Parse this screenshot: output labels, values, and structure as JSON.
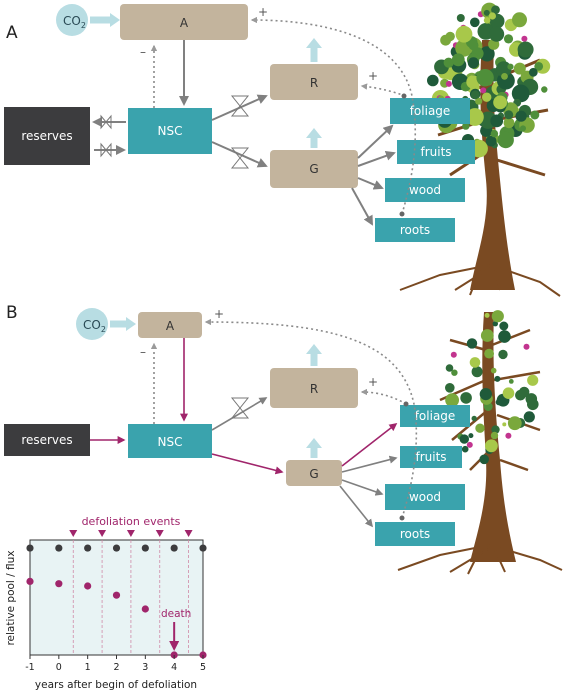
{
  "panel_a": {
    "label": "A",
    "co2": "CO",
    "co2_sub": "2",
    "assimilation": "A",
    "respiration": "R",
    "growth": "G",
    "nsc": "NSC",
    "reserves": "reserves",
    "foliage": "foliage",
    "fruits": "fruits",
    "wood": "wood",
    "roots": "roots",
    "plus_top": "+",
    "plus_r": "+",
    "minus": "–"
  },
  "panel_b": {
    "label": "B",
    "co2": "CO",
    "co2_sub": "2",
    "assimilation": "A",
    "respiration": "R",
    "growth": "G",
    "nsc": "NSC",
    "reserves": "reserves",
    "foliage": "foliage",
    "fruits": "fruits",
    "wood": "wood",
    "roots": "roots",
    "plus_top": "+",
    "plus_r": "+",
    "minus": "–"
  },
  "colors": {
    "box_tan": "#c3b49d",
    "box_teal": "#3aa3ad",
    "box_dark": "#3c3c3e",
    "arrow_gray": "#8a8a8a",
    "arrow_magenta": "#a0256b",
    "co2_fill": "#b8dde3",
    "trunk": "#7a4a22"
  },
  "chart_data": {
    "type": "scatter",
    "title": "defoliation events",
    "xlabel": "years after begin of defoliation",
    "ylabel": "relative pool / flux",
    "annotation": "death",
    "x_ticks": [
      "-1",
      "0",
      "1",
      "2",
      "3",
      "4",
      "5"
    ],
    "xlim": [
      -1,
      5
    ],
    "ylim": [
      0,
      1
    ],
    "defoliation_events_x": [
      0.5,
      1.5,
      2.5,
      3.5,
      4.5
    ],
    "death_x": 4,
    "series": [
      {
        "color": "#3c3c3e",
        "x": [
          -1,
          0,
          1,
          2,
          3,
          4,
          5
        ],
        "y": [
          0.93,
          0.93,
          0.93,
          0.93,
          0.93,
          0.93,
          0.93
        ]
      },
      {
        "color": "#a0256b",
        "x": [
          -1,
          0,
          1,
          2,
          3,
          4,
          5
        ],
        "y": [
          0.64,
          0.62,
          0.6,
          0.52,
          0.4,
          0.0,
          0.0
        ]
      }
    ]
  }
}
